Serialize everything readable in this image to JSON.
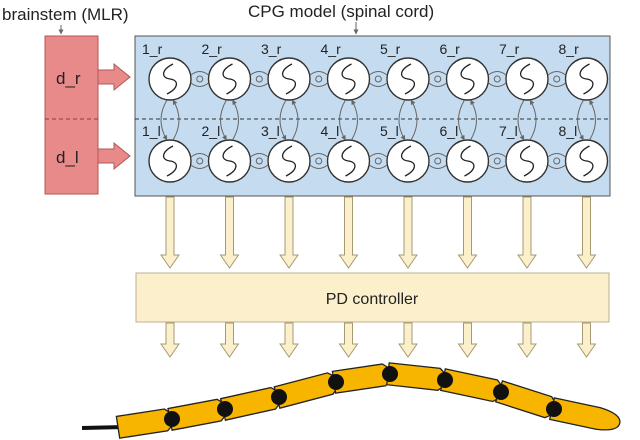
{
  "labels": {
    "brainstem": "brainstem (MLR)",
    "cpg": "CPG model (spinal cord)",
    "drive_right": "d_r",
    "drive_left": "d_l",
    "pd_controller": "PD controller"
  },
  "oscillators": {
    "right": [
      "1_r",
      "2_r",
      "3_r",
      "4_r",
      "5_r",
      "6_r",
      "7_r",
      "8_r"
    ],
    "left": [
      "1_l",
      "2_l",
      "3_l",
      "4_l",
      "5_l",
      "6_l",
      "7_l",
      "8_l"
    ]
  },
  "colors": {
    "cpg_fill": "#c5dcf0",
    "cpg_stroke": "#555555",
    "brainstem_fill": "#e88a8a",
    "brainstem_stroke": "#b25555",
    "pd_fill": "#fcf0cc",
    "arrow_fill": "#fcf0cc",
    "arrow_stroke": "#a59a70",
    "robot_body": "#f7b500",
    "robot_joint": "#111111",
    "connector": "#666666"
  }
}
